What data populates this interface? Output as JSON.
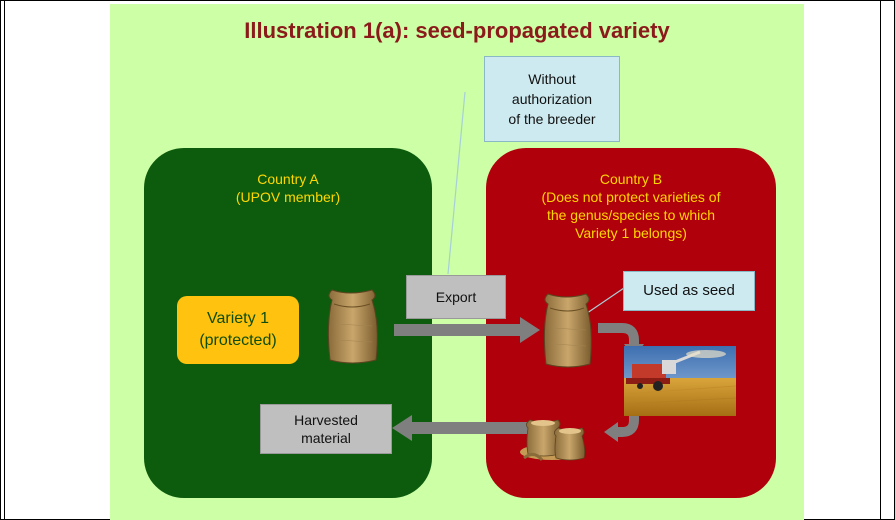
{
  "title": "Illustration 1(a):  seed-propagated variety",
  "country_a": {
    "name": "Country A",
    "note": "(UPOV member)"
  },
  "country_b": {
    "name": "Country B",
    "note_line1": "(Does not protect varieties of",
    "note_line2": "the genus/species to which",
    "note_line3": "Variety 1 belongs)"
  },
  "variety": {
    "line1": "Variety 1",
    "line2": "(protected)"
  },
  "export_label": "Export",
  "harvested": {
    "line1": "Harvested",
    "line2": "material"
  },
  "callout_authorization": {
    "line1": "Without",
    "line2": "authorization",
    "line3": "of the breeder"
  },
  "callout_seed": "Used as seed",
  "colors": {
    "slide_bg": "#ccffa6",
    "country_a": "#0d5c0d",
    "country_b": "#b0000b",
    "title": "#8b1a1a",
    "country_text": "#ffd700",
    "variety_box": "#ffc20e",
    "gray_box": "#bfbfbf",
    "callout": "#cdeaf0"
  }
}
